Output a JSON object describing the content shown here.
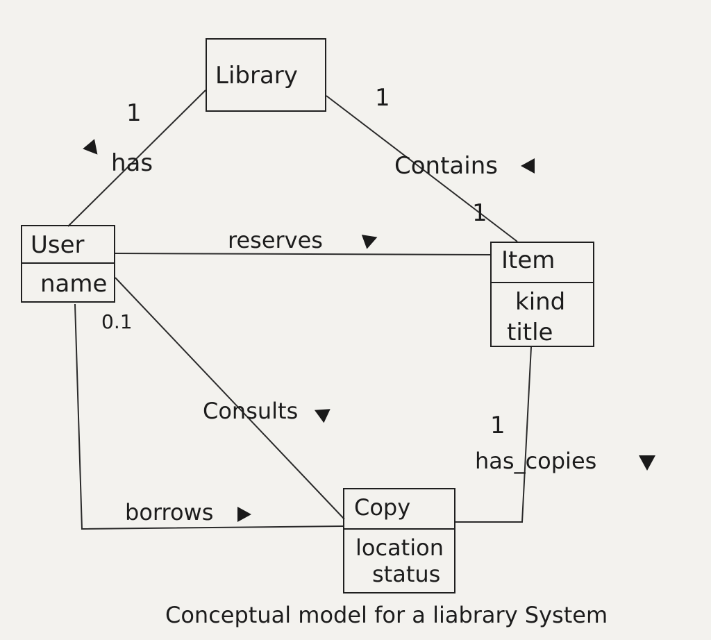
{
  "entities": {
    "library": {
      "name": "Library"
    },
    "user": {
      "name": "User",
      "attributes": [
        "name"
      ]
    },
    "item": {
      "name": "Item",
      "attributes": [
        "kind",
        "title"
      ]
    },
    "copy": {
      "name": "Copy",
      "attributes": [
        "location",
        "status"
      ]
    }
  },
  "relationships": {
    "has": "has",
    "contains": "Contains",
    "reserves": "reserves",
    "consults": "Consults",
    "borrows": "borrows",
    "has_copies": "has_copies"
  },
  "multiplicities": {
    "library_has": "1",
    "library_contains": "1",
    "item_contains": "1",
    "user_consults": "0.1",
    "item_has_copies": "1"
  },
  "caption": "Conceptual model for a liabrary System"
}
